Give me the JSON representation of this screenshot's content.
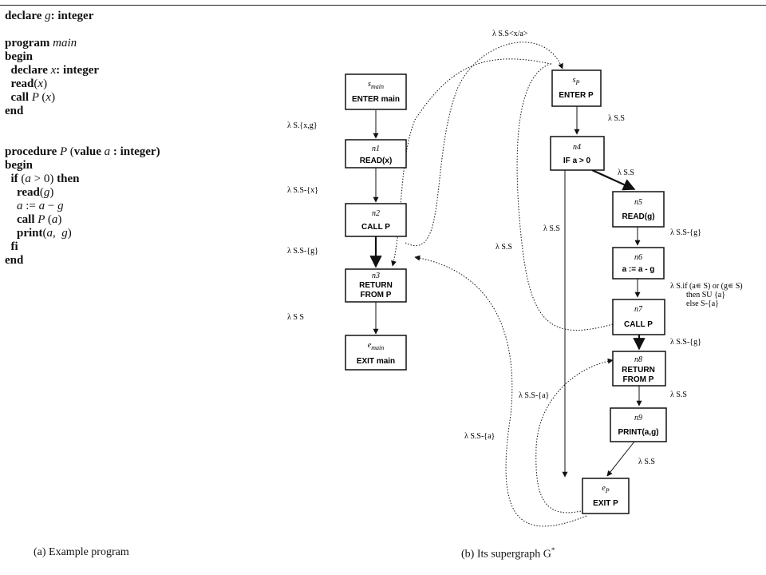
{
  "program": {
    "lines": [
      [
        {
          "t": "declare ",
          "s": "kw"
        },
        {
          "t": "g",
          "s": "it"
        },
        {
          "t": ": integer",
          "s": "kw"
        }
      ],
      [],
      [
        {
          "t": "program ",
          "s": "kw"
        },
        {
          "t": "main",
          "s": "it"
        }
      ],
      [
        {
          "t": "begin",
          "s": "kw"
        }
      ],
      [
        {
          "t": "  declare ",
          "s": "kw"
        },
        {
          "t": "x",
          "s": "it"
        },
        {
          "t": ": integer",
          "s": "kw"
        }
      ],
      [
        {
          "t": "  read",
          "s": "kw"
        },
        {
          "t": "(",
          "s": ""
        },
        {
          "t": "x",
          "s": "it"
        },
        {
          "t": ")",
          "s": ""
        }
      ],
      [
        {
          "t": "  call ",
          "s": "kw"
        },
        {
          "t": "P ",
          "s": "it"
        },
        {
          "t": "(",
          "s": ""
        },
        {
          "t": "x",
          "s": "it"
        },
        {
          "t": ")",
          "s": ""
        }
      ],
      [
        {
          "t": "end",
          "s": "kw"
        }
      ],
      [],
      [],
      [
        {
          "t": "procedure ",
          "s": "kw"
        },
        {
          "t": "P ",
          "s": "it"
        },
        {
          "t": "(",
          "s": ""
        },
        {
          "t": "value ",
          "s": "kw"
        },
        {
          "t": "a ",
          "s": "it"
        },
        {
          "t": ": integer)",
          "s": "kw"
        }
      ],
      [
        {
          "t": "begin",
          "s": "kw"
        }
      ],
      [
        {
          "t": "  if ",
          "s": "kw"
        },
        {
          "t": "(",
          "s": ""
        },
        {
          "t": "a",
          "s": "it"
        },
        {
          "t": " > 0) ",
          "s": ""
        },
        {
          "t": "then",
          "s": "kw"
        }
      ],
      [
        {
          "t": "    read",
          "s": "kw"
        },
        {
          "t": "(",
          "s": ""
        },
        {
          "t": "g",
          "s": "it"
        },
        {
          "t": ")",
          "s": ""
        }
      ],
      [
        {
          "t": "    a",
          "s": "it"
        },
        {
          "t": " := ",
          "s": ""
        },
        {
          "t": "a",
          "s": "it"
        },
        {
          "t": " − ",
          "s": ""
        },
        {
          "t": "g",
          "s": "it"
        }
      ],
      [
        {
          "t": "    call ",
          "s": "kw"
        },
        {
          "t": "P ",
          "s": "it"
        },
        {
          "t": "(",
          "s": ""
        },
        {
          "t": "a",
          "s": "it"
        },
        {
          "t": ")",
          "s": ""
        }
      ],
      [
        {
          "t": "    print",
          "s": "kw"
        },
        {
          "t": "(",
          "s": ""
        },
        {
          "t": "a",
          "s": "it"
        },
        {
          "t": ",  ",
          "s": ""
        },
        {
          "t": "g",
          "s": "it"
        },
        {
          "t": ")",
          "s": ""
        }
      ],
      [
        {
          "t": "  fi",
          "s": "kw"
        }
      ],
      [
        {
          "t": "end",
          "s": "kw"
        }
      ]
    ]
  },
  "captions": {
    "a": "(a) Example program",
    "b": "(b) Its supergraph G",
    "b_sup": "*"
  },
  "nodes": {
    "s_main": {
      "name": "s",
      "sub": "main",
      "label": "ENTER main"
    },
    "n1": {
      "name": "n1",
      "label": "READ(x)"
    },
    "n2": {
      "name": "n2",
      "label": "CALL P"
    },
    "n3": {
      "name": "n3",
      "label": [
        "RETURN",
        "FROM P"
      ]
    },
    "e_main": {
      "name": "e",
      "sub": "main",
      "label": "EXIT main"
    },
    "s_P": {
      "name": "s",
      "sub": "P",
      "label": "ENTER P"
    },
    "n4": {
      "name": "n4",
      "label": "IF a > 0"
    },
    "n5": {
      "name": "n5",
      "label": "READ(g)"
    },
    "n6": {
      "name": "n6",
      "label": "a := a - g"
    },
    "n7": {
      "name": "n7",
      "label": "CALL P"
    },
    "n8": {
      "name": "n8",
      "label": [
        "RETURN",
        "FROM P"
      ]
    },
    "n9": {
      "name": "n9",
      "label": "PRINT(a,g)"
    },
    "e_P": {
      "name": "e",
      "sub": "P",
      "label": "EXIT P"
    }
  },
  "edge_labels": {
    "smain_n1": "λ S.{x,g}",
    "n1_n2": "λ S.S-{x}",
    "n2_n3": "λ S.S-{g}",
    "n3_emain": "λ S S",
    "n2_sP": "λ S.S<x/a>",
    "sP_n4": "λ S.S",
    "n4_n5": "λ S.S",
    "n4_eP": "λ S.S",
    "eP_n3": "λ S.S",
    "n5_n6": "λ S.S-{g}",
    "n6_n7": [
      "λ S.if (a∊ S) or (g∊ S)",
      "then SU {a}",
      "else S-{a}"
    ],
    "n7_n8": "λ S.S-{g}",
    "n8_n9": "λ S.S",
    "n9_eP": "λ S.S",
    "eP_n8": "λ S.S-{a}",
    "n7_sP": "λ S.S-{a}"
  }
}
